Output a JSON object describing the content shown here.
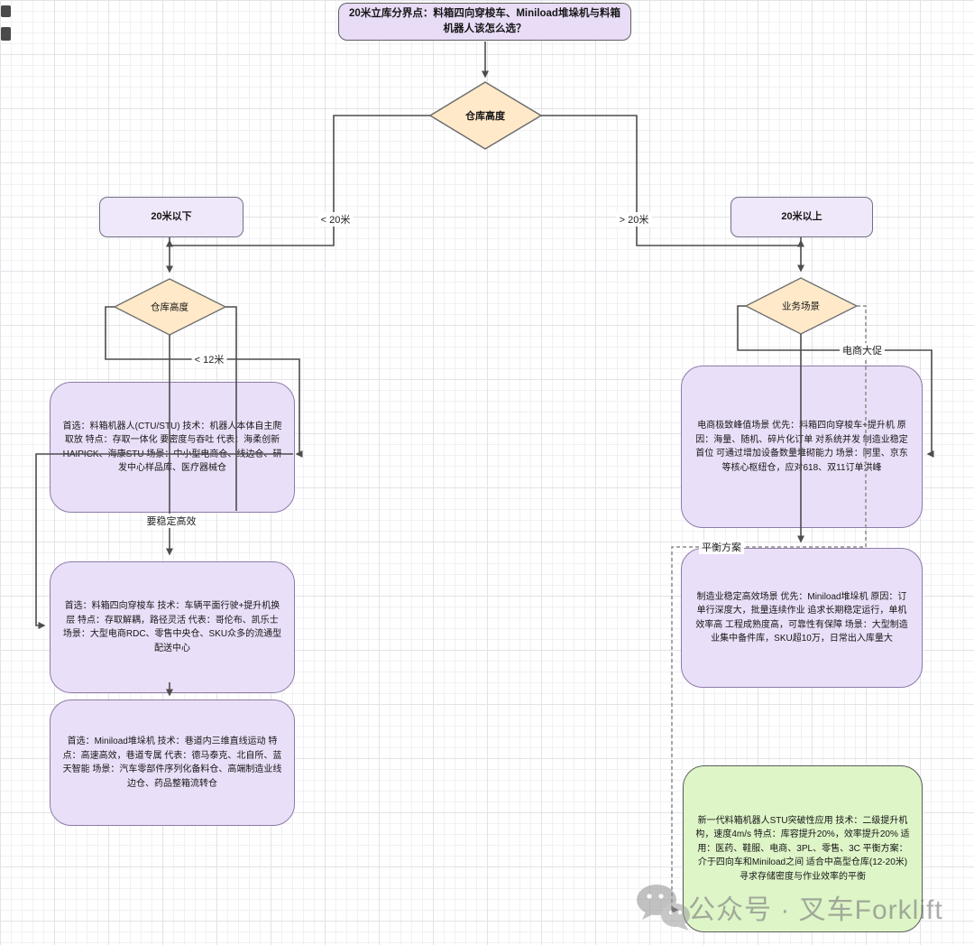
{
  "flowchart": {
    "title": "20米立库分界点：料箱四向穿梭车、Miniload堆垛机与料箱机器人该怎么选？",
    "decisions": {
      "main": "仓库高度",
      "left": "仓库高度",
      "right": "业务场景"
    },
    "branch_boxes": {
      "below": "20米以下",
      "above": "20米以上"
    },
    "edge_labels": {
      "lt20": "< 20米",
      "gt20": "> 20米",
      "lt12": "< 12米",
      "stable": "要稳定高效",
      "ecommerce": "电商大促",
      "balance": "平衡方案"
    },
    "boxes": {
      "ctu": "首选：料箱机器人(CTU/STU) 技术：机器人本体自主爬取放 特点：存取一体化 要密度与吞吐 代表：海柔创新HAIPICK、海康STU 场景：中小型电商仓、线边仓、研发中心样品库、医疗器械仓",
      "shuttle": "首选：料箱四向穿梭车 技术：车辆平面行驶+提升机换层 特点：存取解耦，路径灵活 代表：哥伦布、凯乐士 场景：大型电商RDC、零售中央仓、SKU众多的流通型配送中心",
      "miniload": "首选：Miniload堆垛机 技术：巷道内三维直线运动 特点：高速高效，巷道专属 代表：德马泰克、北自所、蓝天智能 场景：汽车零部件序列化备料仓、高端制造业线边仓、药品整箱流转仓",
      "ecommerce_peak": "电商极致峰值场景 优先：料箱四向穿梭车+提升机 原因：海量、随机、碎片化订单 对系统并发 制造业稳定 首位 可通过增加设备数量堆砌能力 场景：阿里、京东等核心枢纽仓，应对618、双11订单洪峰",
      "manufacturing": "制造业稳定高效场景 优先：Miniload堆垛机 原因：订单行深度大，批量连续作业 追求长期稳定运行，单机效率高 工程成熟度高，可靠性有保障 场景：大型制造业集中备件库，SKU超10万，日常出入库量大",
      "new_gen": "新一代料箱机器人STU突破性应用 技术：二级提升机构，速度4m/s 特点：库容提升20%，效率提升20% 适用：医药、鞋服、电商、3PL、零售、3C 平衡方案：介于四向车和Miniload之间 适合中高型仓库(12-20米)寻求存储密度与作业效率的平衡"
    }
  },
  "watermark": {
    "text": "公众号 · 叉车Forklift",
    "icon": "wechat-icon"
  },
  "colors": {
    "node_fill": "#EADFF8",
    "node_border": "#8d7ba8",
    "decision_fill": "#FFE9C9",
    "result_fill": "#DEF5C8",
    "line": "#4d4d4d",
    "dashed_line": "#8c8c8c",
    "watermark": "#7a7a7a"
  }
}
